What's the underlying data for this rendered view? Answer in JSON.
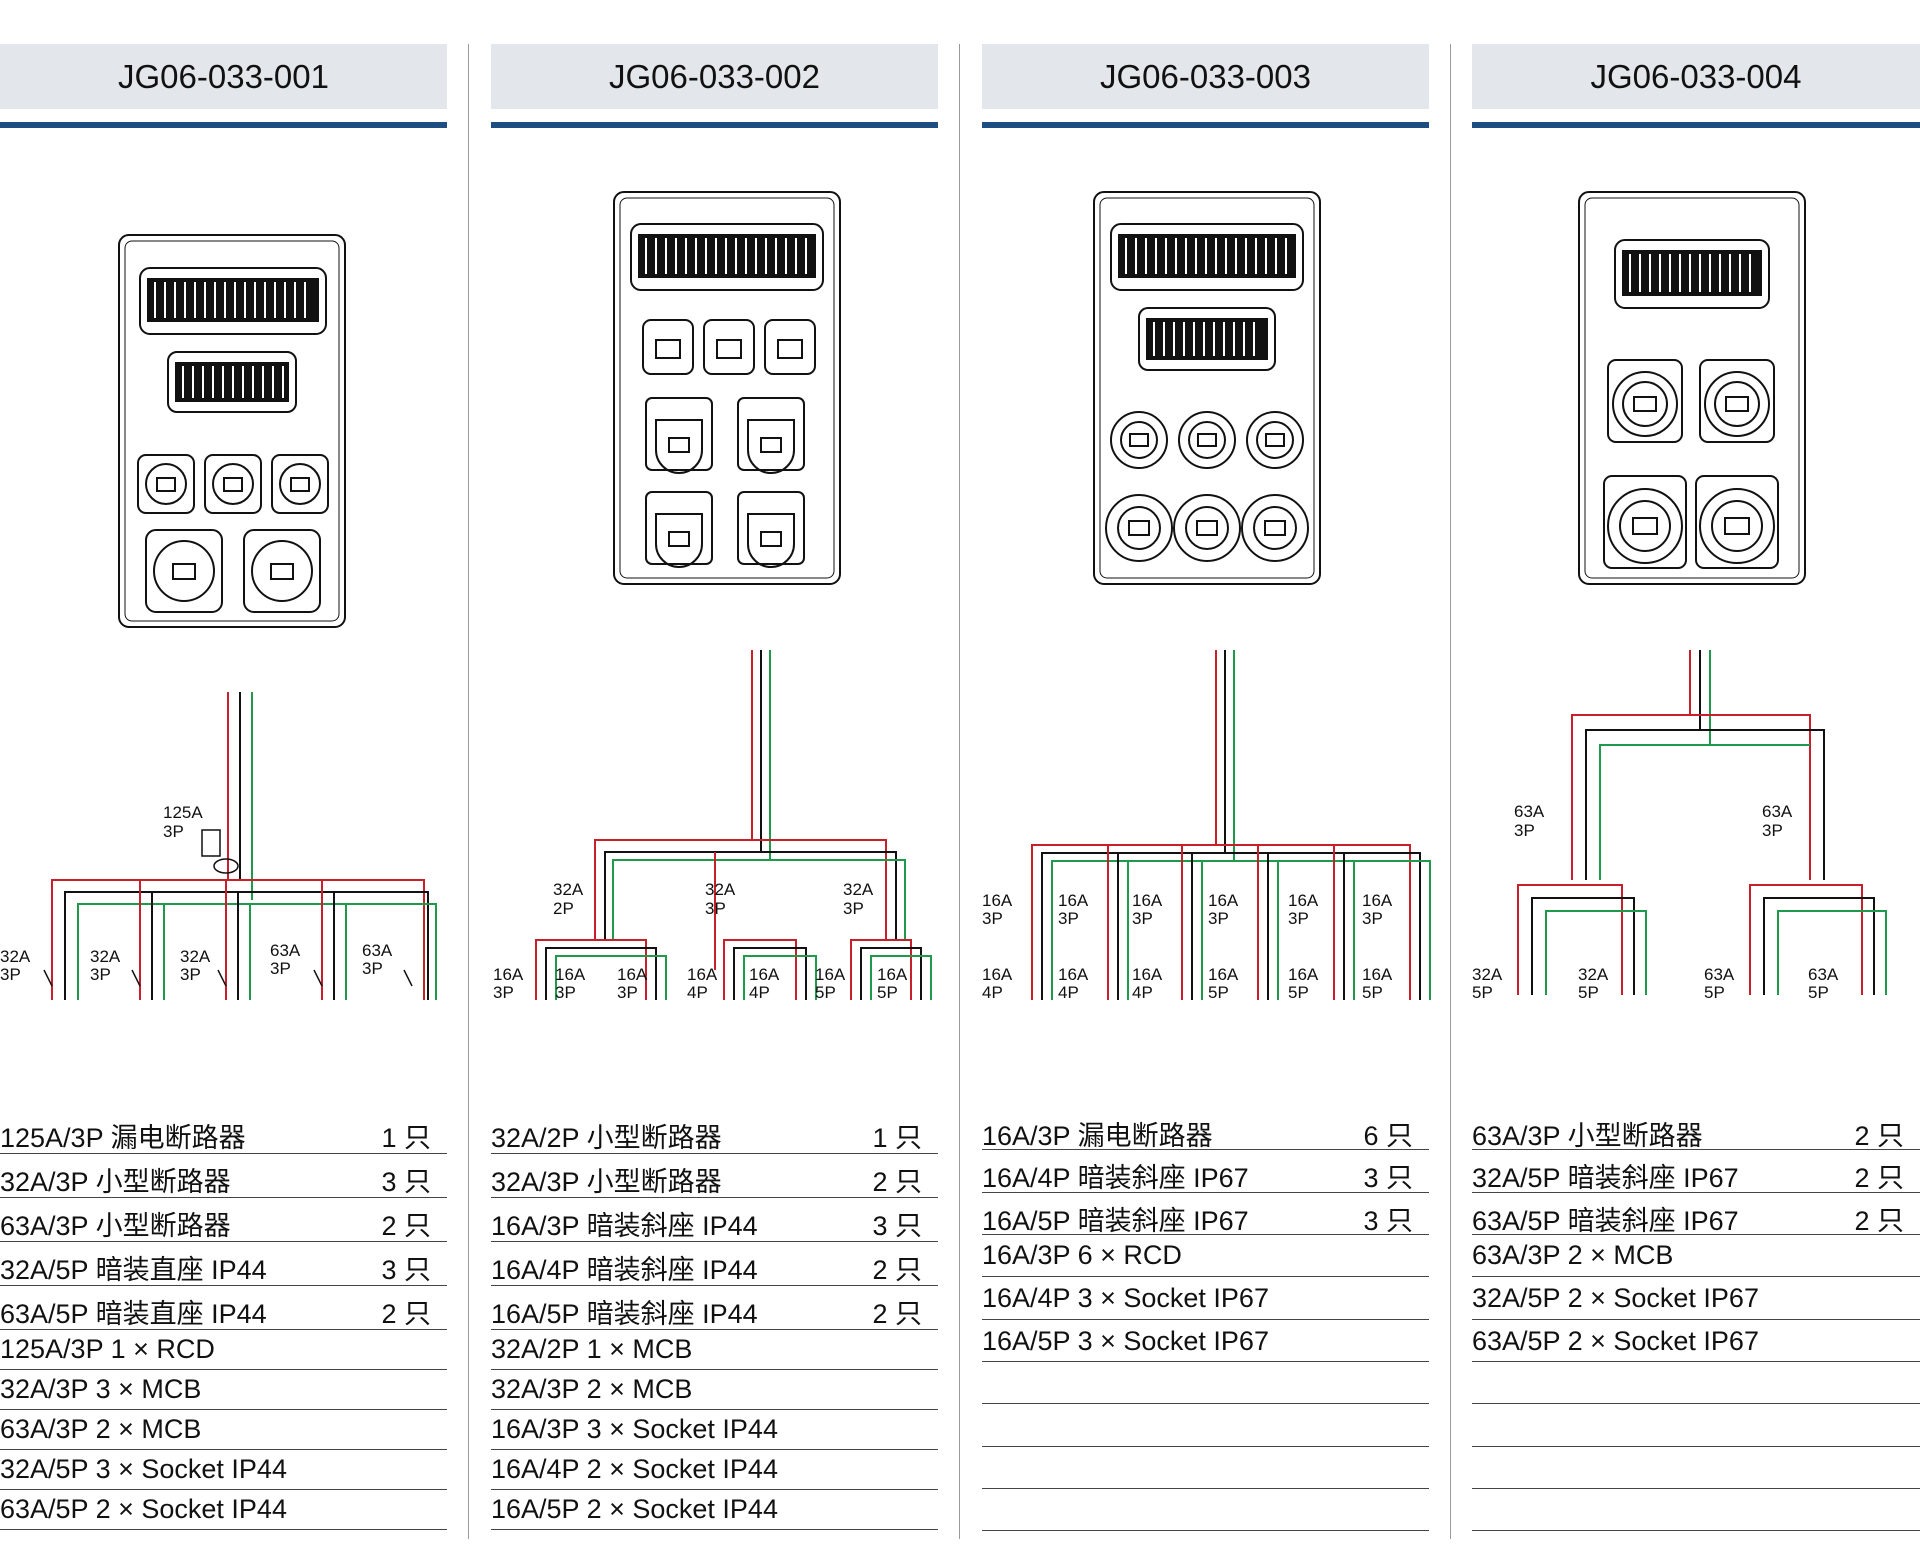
{
  "columns": [
    {
      "title": "JG06-033-001",
      "labels": [
        "125A",
        "3P",
        "32A",
        "3P",
        "32A",
        "3P",
        "32A",
        "3P",
        "63A",
        "3P",
        "63A",
        "3P"
      ],
      "items": [
        {
          "spec": "125A/3P 漏电断路器",
          "qty": "1 只"
        },
        {
          "spec": "32A/3P  小型断路器",
          "qty": "3 只"
        },
        {
          "spec": "63A/3P  小型断路器",
          "qty": "2 只"
        },
        {
          "spec": "32A/5P  暗装直座 IP44",
          "qty": "3 只"
        },
        {
          "spec": "63A/5P  暗装直座 IP44",
          "qty": "2 只"
        },
        {
          "spec": "125A/3P 1 × RCD",
          "qty": ""
        },
        {
          "spec": "32A/3P 3 × MCB",
          "qty": ""
        },
        {
          "spec": "63A/3P 2 × MCB",
          "qty": ""
        },
        {
          "spec": "32A/5P 3 × Socket IP44",
          "qty": ""
        },
        {
          "spec": "63A/5P 2 × Socket IP44",
          "qty": ""
        }
      ]
    },
    {
      "title": "JG06-033-002",
      "labels": [
        "32A",
        "2P",
        "32A",
        "3P",
        "32A",
        "3P",
        "16A",
        "3P",
        "16A",
        "3P",
        "16A",
        "3P",
        "16A",
        "4P",
        "16A",
        "4P",
        "16A",
        "5P",
        "16A",
        "5P"
      ],
      "items": [
        {
          "spec": "32A/2P 小型断路器",
          "qty": "1 只"
        },
        {
          "spec": "32A/3P 小型断路器",
          "qty": "2 只"
        },
        {
          "spec": "16A/3P 暗装斜座 IP44",
          "qty": "3 只"
        },
        {
          "spec": "16A/4P 暗装斜座 IP44",
          "qty": "2 只"
        },
        {
          "spec": "16A/5P 暗装斜座 IP44",
          "qty": "2 只"
        },
        {
          "spec": "32A/2P 1 × MCB",
          "qty": ""
        },
        {
          "spec": "32A/3P 2 × MCB",
          "qty": ""
        },
        {
          "spec": "16A/3P 3 × Socket IP44",
          "qty": ""
        },
        {
          "spec": "16A/4P 2 × Socket IP44",
          "qty": ""
        },
        {
          "spec": "16A/5P 2 × Socket IP44",
          "qty": ""
        }
      ]
    },
    {
      "title": "JG06-033-003",
      "labels": [
        "16A",
        "3P",
        "16A",
        "3P",
        "16A",
        "3P",
        "16A",
        "3P",
        "16A",
        "3P",
        "16A",
        "3P",
        "16A",
        "4P",
        "16A",
        "4P",
        "16A",
        "4P",
        "16A",
        "5P",
        "16A",
        "5P",
        "16A",
        "5P"
      ],
      "items": [
        {
          "spec": "16A/3P 漏电断路器",
          "qty": "6 只"
        },
        {
          "spec": "16A/4P 暗装斜座 IP67",
          "qty": "3 只"
        },
        {
          "spec": "16A/5P 暗装斜座 IP67",
          "qty": "3 只"
        },
        {
          "spec": "16A/3P 6 × RCD",
          "qty": ""
        },
        {
          "spec": "16A/4P 3 × Socket IP67",
          "qty": ""
        },
        {
          "spec": "16A/5P 3 × Socket IP67",
          "qty": ""
        }
      ]
    },
    {
      "title": "JG06-033-004",
      "labels": [
        "63A",
        "3P",
        "63A",
        "3P",
        "32A",
        "5P",
        "32A",
        "5P",
        "63A",
        "5P",
        "63A",
        "5P"
      ],
      "items": [
        {
          "spec": "63A/3P 小型断路器",
          "qty": "2 只"
        },
        {
          "spec": "32A/5P 暗装斜座 IP67",
          "qty": "2 只"
        },
        {
          "spec": "63A/5P 暗装斜座 IP67",
          "qty": "2 只"
        },
        {
          "spec": "63A/3P 2 × MCB",
          "qty": ""
        },
        {
          "spec": "32A/5P 2 × Socket IP67",
          "qty": ""
        },
        {
          "spec": "63A/5P 2 × Socket IP67",
          "qty": ""
        }
      ]
    }
  ],
  "colors": {
    "header_bg": "#e3e6ea",
    "accent_bar": "#1c4e82",
    "wire_red": "#c8202a",
    "wire_black": "#111111",
    "wire_green": "#1f9a4a"
  }
}
